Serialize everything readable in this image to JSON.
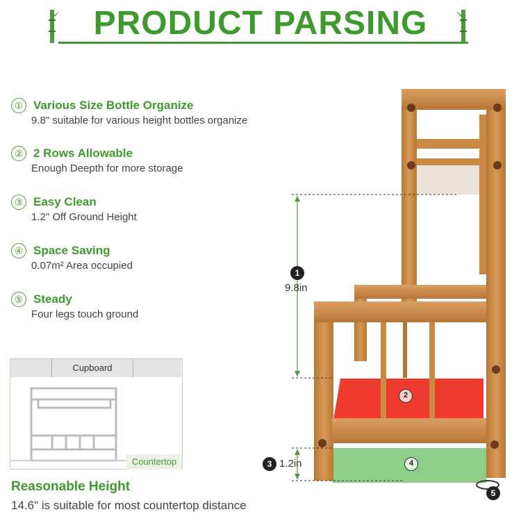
{
  "header": {
    "title": "PRODUCT PARSING"
  },
  "features": [
    {
      "number": "①",
      "title": "Various Size Bottle Organize",
      "desc": "9.8\" suitable for various height bottles organize"
    },
    {
      "number": "②",
      "title": "2 Rows Allowable",
      "desc": "Enough Deepth for more storage"
    },
    {
      "number": "③",
      "title": "Easy Clean",
      "desc": "1.2\" Off Ground Height"
    },
    {
      "number": "④",
      "title": "Space Saving",
      "desc": "0.07m² Area occupied"
    },
    {
      "number": "⑤",
      "title": "Steady",
      "desc": "Four legs touch ground"
    }
  ],
  "inset": {
    "cupboard_label": "Cupboard",
    "countertop_label": "Countertop"
  },
  "bottom": {
    "title": "Reasonable Height",
    "desc": "14.6\" is suitable for most countertop distance"
  },
  "dimensions": {
    "height_label": "9.8in",
    "clearance_label": "1.2in"
  },
  "markers": {
    "m1": "1",
    "m2": "2",
    "m3": "3",
    "m4": "4",
    "m5": "5"
  },
  "colors": {
    "accent": "#3f9a2e",
    "bamboo": "#c98a45",
    "shelf_red": "#ef3b2d",
    "base_green": "#8fcd8b"
  }
}
